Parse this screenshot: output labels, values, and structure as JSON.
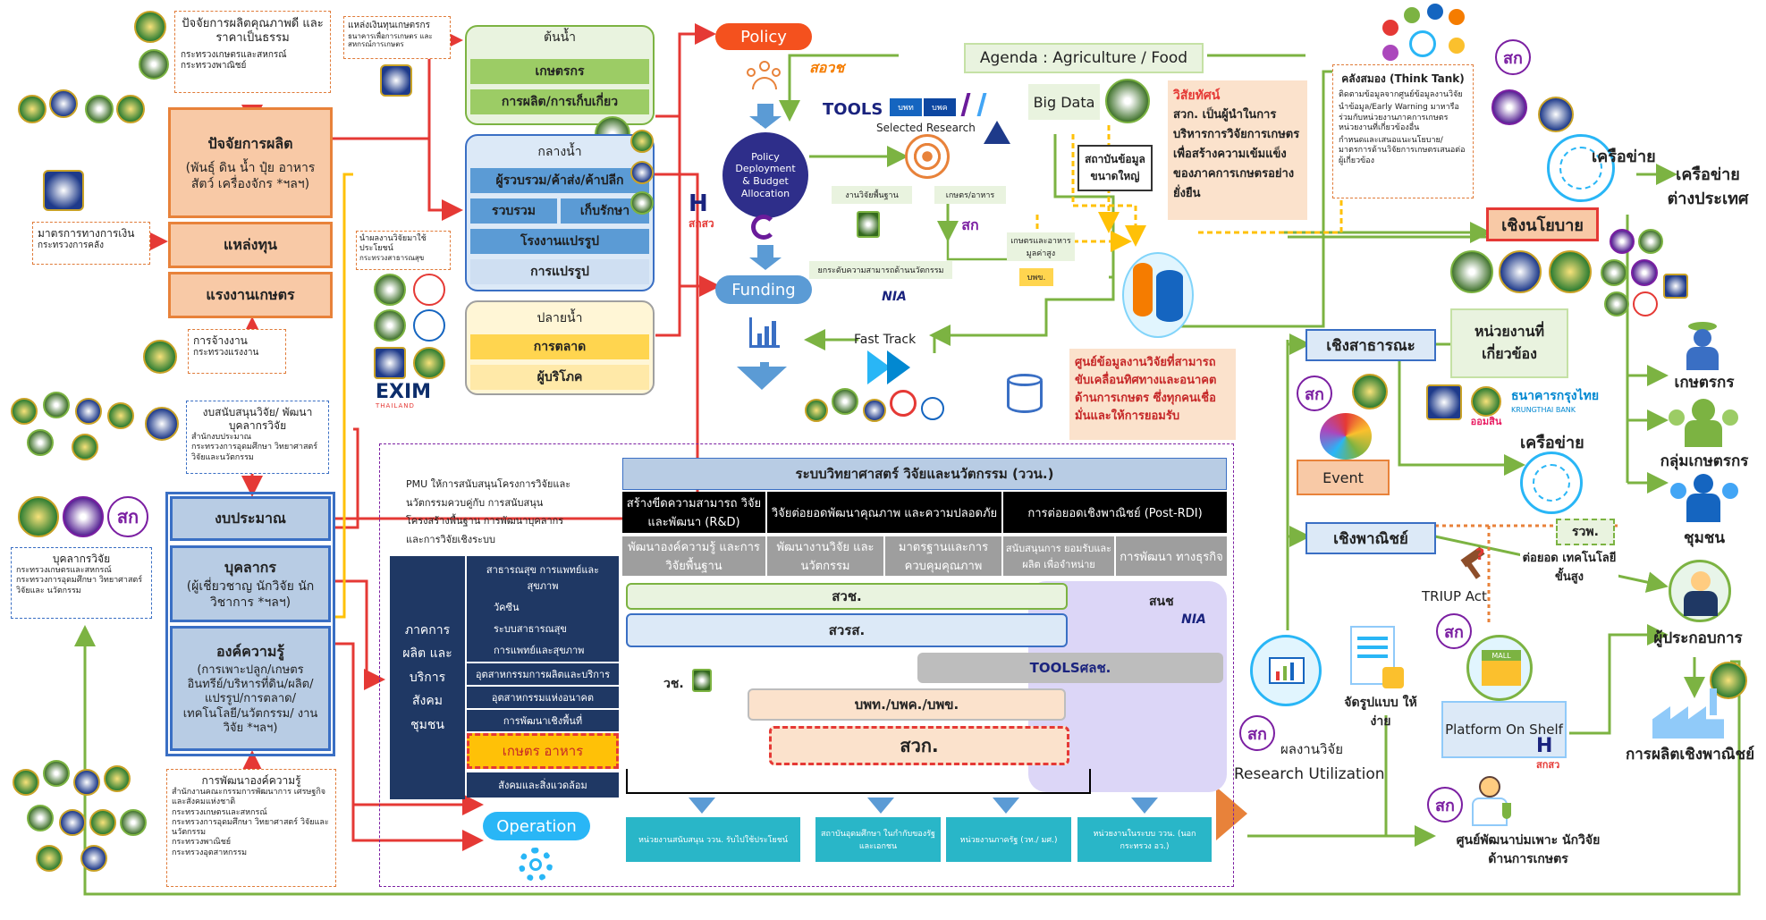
{
  "left": {
    "factors_box": {
      "title": "ปัจจัยการผลิตคุณภาพดี และราคาเป็นธรรม",
      "items": [
        "กระทรวงเกษตรและสหกรณ์",
        "กระทรวงพาณิชย์"
      ]
    },
    "production_box": {
      "title": "ปัจจัยการผลิต",
      "sub": "(พันธุ์ ดิน น้ำ ปุ๋ย อาหาร สัตว์ เครื่องจักร *ฯลฯ)"
    },
    "funding_src": "แหล่งทุน",
    "labor": "แรงงานเกษตร",
    "finance_box": {
      "title": "มาตรการทางการเงิน",
      "items": [
        "กระทรวงการคลัง"
      ]
    },
    "employ_box": {
      "title": "การจ้างงาน",
      "items": [
        "กระทรวงแรงงาน"
      ]
    },
    "rd_support": {
      "title": "งบสนับสนุนวิจัย/ พัฒนาบุคลากรวิจัย",
      "items": [
        "สำนักงบประมาณ",
        "กระทรวงการอุดมศึกษา วิทยาศาสตร์ วิจัยและนวัตกรรม"
      ]
    },
    "budget": "งบประมาณ",
    "personnel": {
      "title": "บุคลากร",
      "sub": "(ผู้เชี่ยวชาญ นักวิจัย นักวิชาการ *ฯลฯ)"
    },
    "knowledge": {
      "title": "องค์ความรู้",
      "sub": "(การเพาะปลูก/เกษตร อินทรีย์/บริหารที่ดิน/ผลิต/ แปรรูป/การตลาด/ เทคโนโลยี/นวัตกรรม/ งานวิจัย *ฯลฯ)"
    },
    "researchers_box": {
      "title": "บุคลากรวิจัย",
      "items": [
        "กระทรวงเกษตรและสหกรณ์",
        "กระทรวงการอุดมศึกษา วิทยาศาสตร์ วิจัยและ นวัตกรรม"
      ]
    },
    "kdev_box": {
      "title": "การพัฒนาองค์ความรู้",
      "items": [
        "สำนักงานคณะกรรมการพัฒนาการ เศรษฐกิจและสังคมแห่งชาติ",
        "กระทรวงเกษตรและสหกรณ์",
        "กระทรวงการอุดมศึกษา วิทยาศาสตร์ วิจัยและนวัตกรรม",
        "กระทรวงพาณิชย์",
        "กระทรวงอุตสาหกรรม"
      ]
    }
  },
  "chain": {
    "finance_src": {
      "title": "แหล่งเงินทุนเกษตรกร",
      "items": [
        "ธนาคารเพื่อการเกษตร และสหกรณ์การเกษตร"
      ]
    },
    "upstream": {
      "title": "ต้นน้ำ",
      "rows": [
        "เกษตรกร",
        "การผลิต/การเก็บเกี่ยว"
      ]
    },
    "midstream": {
      "title": "กลางน้ำ",
      "rows": [
        "ผู้รวบรวม/ค้าส่ง/ค้าปลีก",
        "รวบรวม",
        "เก็บรักษา",
        "โรงงานแปรรูป",
        "การแปรรูป"
      ]
    },
    "downstream": {
      "title": "ปลายน้ำ",
      "rows": [
        "การตลาด",
        "ผู้บริโภค"
      ]
    },
    "beneficiary_box": {
      "title": "นำผลงานวิจัยมาใช้ประโยชน์",
      "items": [
        "กระทรวงสาธารณสุข"
      ]
    },
    "exim": "EXIM",
    "exim_sub": "THAILAND"
  },
  "center": {
    "policy": "Policy",
    "sawo": "สอวช",
    "policy_circle": "Policy Deployment & Budget Allocation",
    "sks": "สกสว",
    "funding": "Funding",
    "fast_track": "Fast Track",
    "operation": "Operation",
    "agenda": "Agenda : Agriculture / Food",
    "tools": "TOOLS",
    "selected_research": "Selected Research",
    "big_data": "Big Data",
    "big_data_inst": "สถาบันข้อมูลขนาดใหญ่",
    "mini": {
      "basic": "งานวิจัยพื้นฐาน",
      "agri_food": "เกษตร/อาหาร",
      "value": "เกษตรและอาหาร มูลค่าสูง",
      "level_up": "ยกระดับความสามารถด้านนวัตกรรม"
    },
    "vision": {
      "title": "วิสัยทัศน์",
      "text": "สวก. เป็นผู้นำในการบริหารการวิจัยการเกษตร เพื่อสร้างความเข้มแข็งของภาคการเกษตรอย่างยั่งยืน"
    },
    "data_center": "ศูนย์ข้อมูลงานวิจัยที่สามารถขับเคลื่อนทิศทางและอนาคตด้านการเกษตร ซึ่งทุกคนเชื่อมั่นและให้การยอมรับ"
  },
  "bottom": {
    "pmu": "PMU ให้การสนับสนุนโครงการวิจัยและนวัตกรรมควบคู่กับ การสนับสนุนโครงสร้างพื้นฐาน การพัฒนาบุคลากร และการวิจัยเชิงระบบ",
    "system_title": "ระบบวิทยาศาสตร์ วิจัยและนวัตกรรม (ววน.)",
    "cols": [
      "สร้างขีดความสามารถ วิจัยและพัฒนา (R&D)",
      "วิจัยต่อยอดพัฒนาคุณภาพ และความปลอดภัย",
      "การต่อยอดเชิงพาณิชย์ (Post-RDI)"
    ],
    "subcols": [
      "พัฒนาองค์ความรู้ และการวิจัยพื้นฐาน",
      "พัฒนางานวิจัย และนวัตกรรม",
      "มาตรฐานและการ ควบคุมคุณภาพ",
      "สนับสนุนการ ยอมรับและผลิต เพื่อจำหน่าย",
      "การพัฒนา ทางธุรกิจ"
    ],
    "sector": "ภาคการ ผลิต และ บริการ สังคม ชุมชน",
    "sector_rows": [
      "สาธารณสุข การแพทย์และสุขภาพ",
      "วัคซีน",
      "ระบบสาธารณสุข",
      "การแพทย์และสุขภาพ",
      "อุตสาหกรรมการผลิตและบริการ",
      "อุตสาหกรรมแห่งอนาคต",
      "การพัฒนาเชิงพื้นที่",
      "เกษตร อาหาร",
      "สังคมและสิ่งแวดล้อม"
    ],
    "bars": [
      "สวช.",
      "สวรส.",
      "TOOLSศลช.",
      "บพท./บพค./บพข.",
      "สวก."
    ],
    "snch": "สนช",
    "wch": "วช.",
    "outs": [
      "หน่วยงานสนับสนุน ววน. รับไปใช้ประโยชน์",
      "สถาบันอุดมศึกษา ในกำกับของรัฐและเอกชน",
      "หน่วยงานภาครัฐ (วท./ มศ.)",
      "หน่วยงานในระบบ ววน. (นอกกระทรวง อว.)"
    ]
  },
  "right": {
    "think_tank": {
      "title": "คลังสมอง (Think Tank)",
      "items": [
        "ติดตามข้อมูลจากศูนย์ข้อมูลงานวิจัย",
        "นำข้อมูล/Early Warning มาหารือร่วมกับหน่วยงานภาคการเกษตร หน่วยงานที่เกี่ยวข้องอื่น",
        "กำหนดและเสนอแนะนโยบาย/ มาตรการด้านวิจัยการเกษตรเสนอต่อผู้เกี่ยวข้อง"
      ]
    },
    "network": "เครือข่าย",
    "foreign_network": "เครือข่าย ต่างประเทศ",
    "policy_side": "เชิงนโยบาย",
    "public": "เชิงสาธารณะ",
    "related": "หน่วยงานที่ เกี่ยวข้อง",
    "event": "Event",
    "network2": "เครือข่าย",
    "commercial": "เชิงพาณิชย์",
    "rawp": "รวพ.",
    "rawp_sub": "ต่อยอด เทคโนโลยีขั้นสูง",
    "triup": "TRIUP Act",
    "model": "จัดรูปแบบ ให้ง่าย",
    "platform": "Platform On Shelf",
    "sks2": "สกสว",
    "mall": "MALL",
    "research_use": "ผลงานวิจัย",
    "research_util": "Research Utilization",
    "incubation": "ศูนย์พัฒนาบ่มเพาะ นักวิจัยด้านการเกษตร",
    "bank": "ธนาคารกรุงไทย",
    "bank_en": "KRUNGTHAI BANK",
    "gsb": "ออมสิน",
    "farmers": "เกษตรกร",
    "farmer_group": "กลุ่มเกษตรกร",
    "community": "ชุมชน",
    "entrepreneur": "ผู้ประกอบการ",
    "commercial_prod": "การผลิตเชิงพาณิชย์"
  },
  "colors": {
    "red": "#e53935",
    "green": "#7cb342",
    "orange": "#e8823a",
    "blue": "#3a6fc4",
    "yellow": "#ffc107",
    "navy": "#1f3864"
  }
}
